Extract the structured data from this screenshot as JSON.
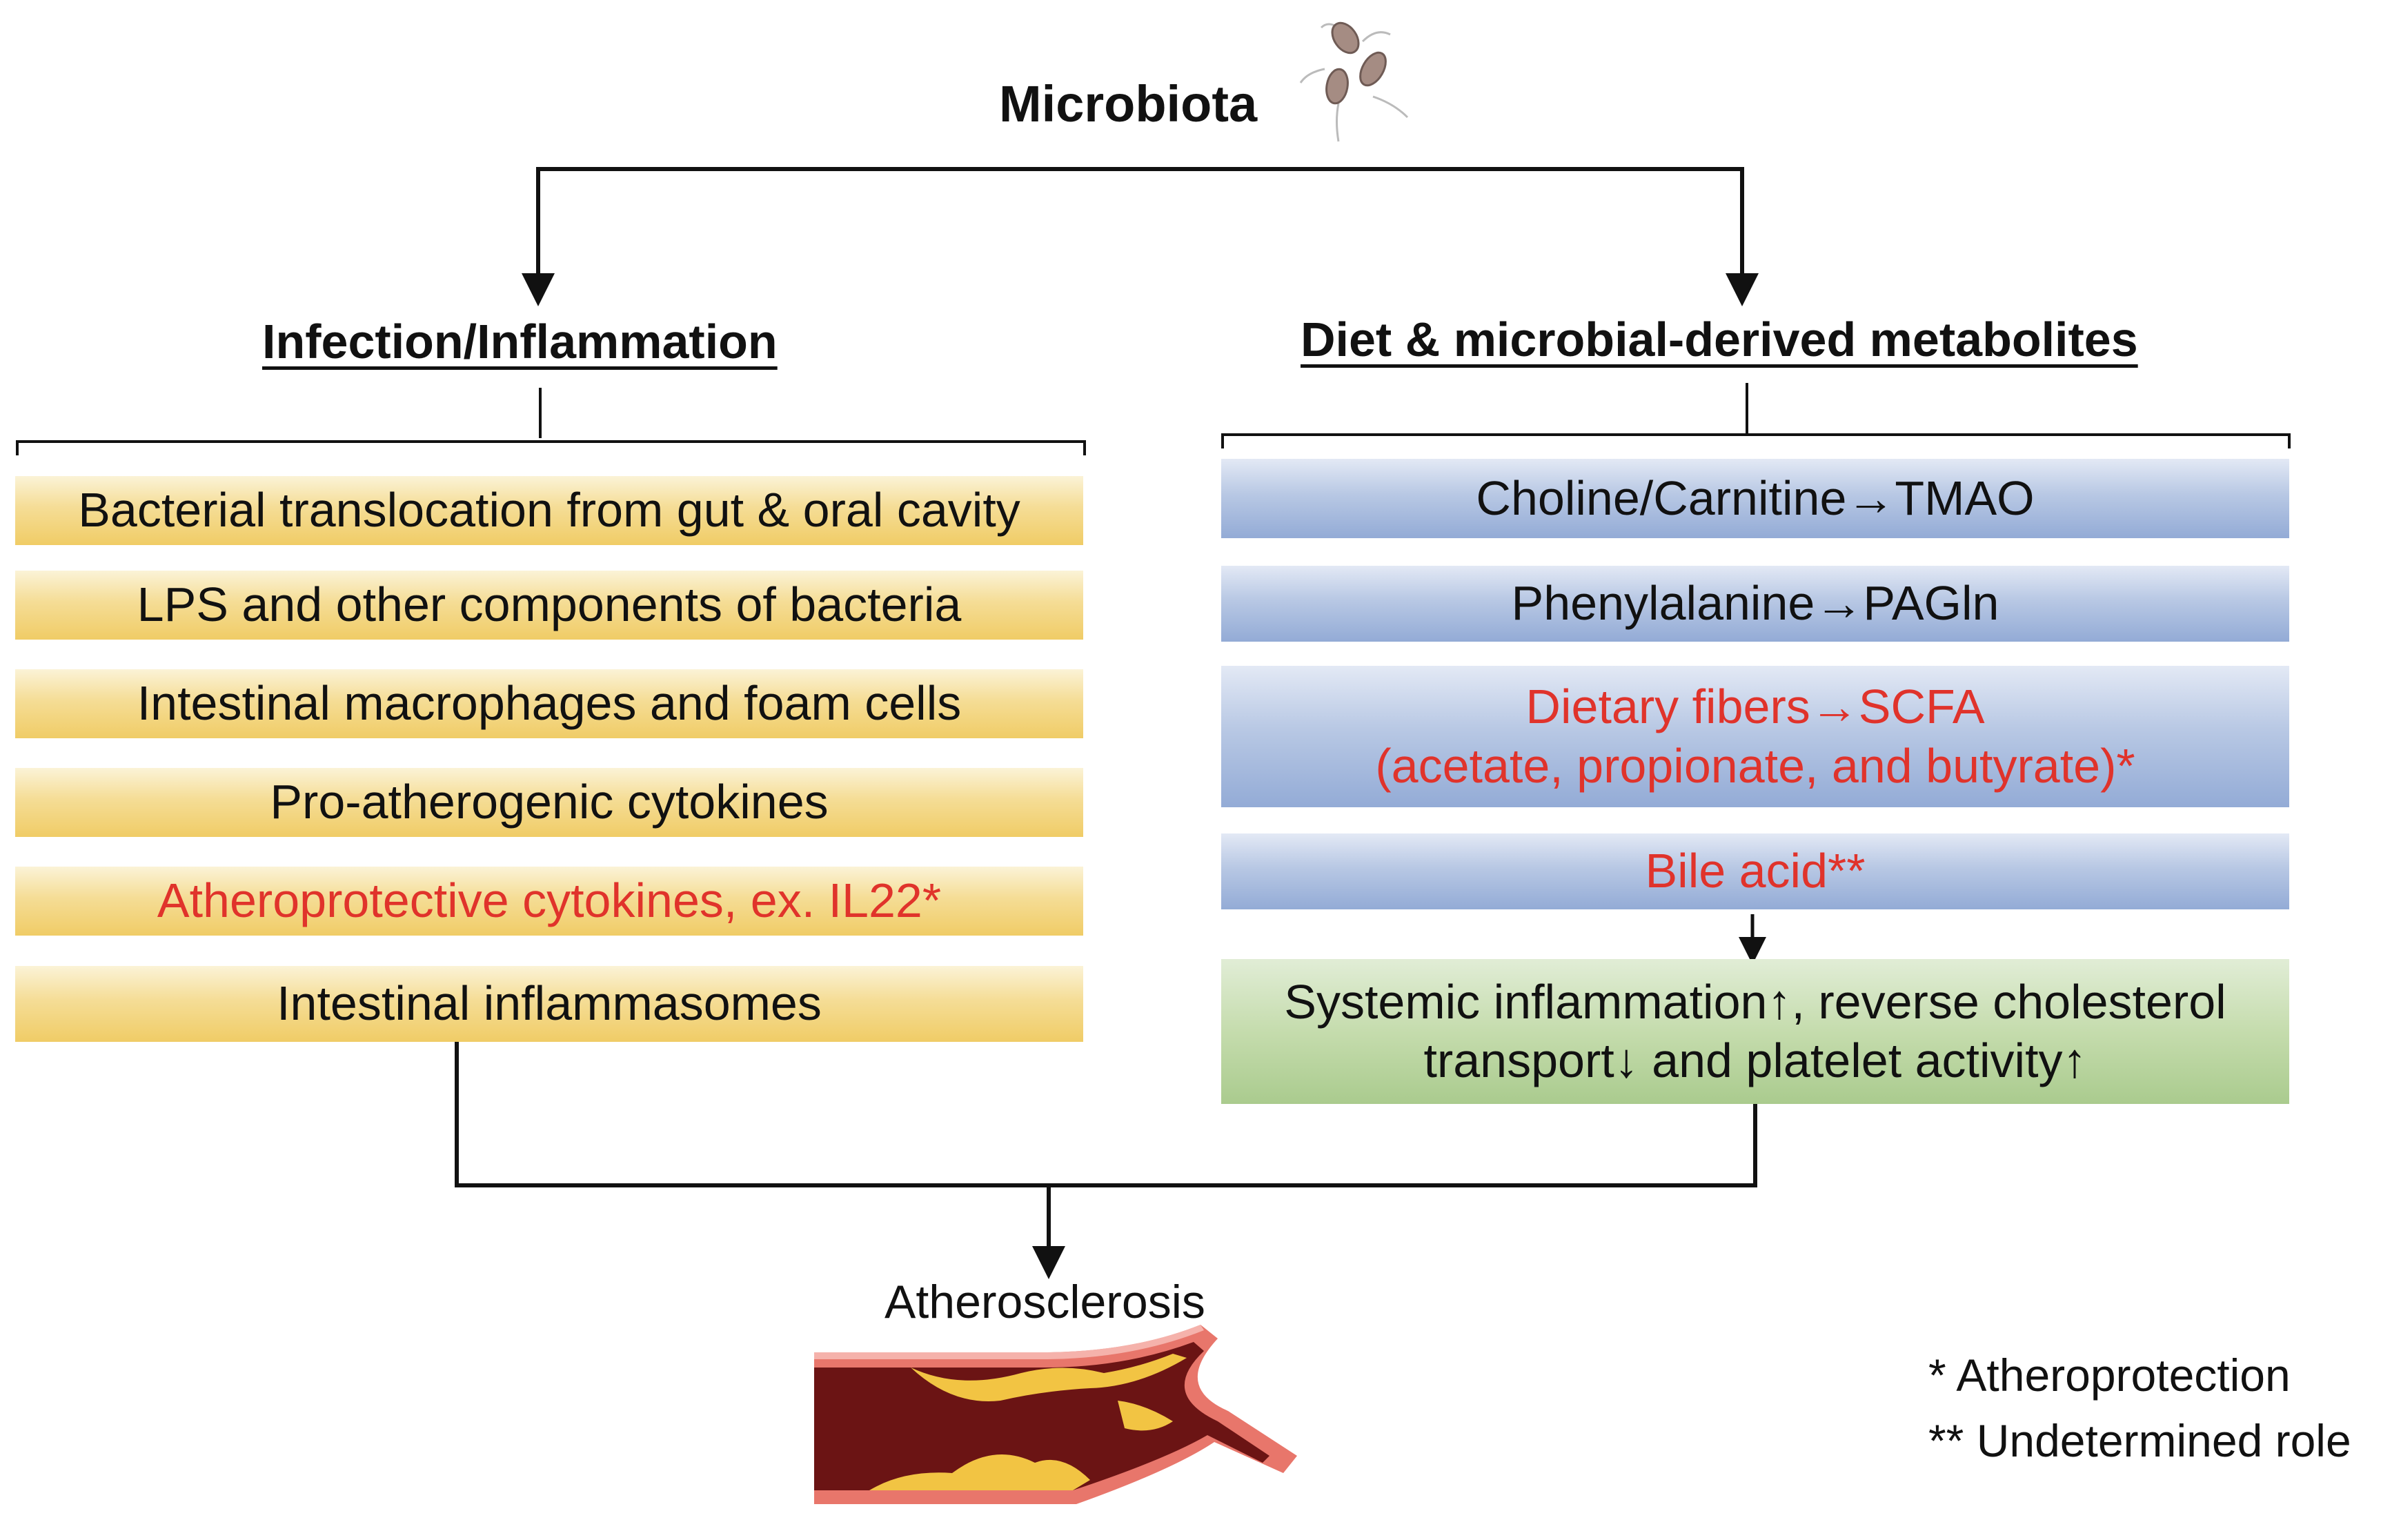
{
  "title": "Microbiota",
  "left": {
    "heading": "Infection/Inflammation",
    "items": [
      {
        "text": "Bacterial translocation from gut & oral cavity",
        "highlight": false
      },
      {
        "text": "LPS and other components of bacteria",
        "highlight": false
      },
      {
        "text": "Intestinal macrophages and foam cells",
        "highlight": false
      },
      {
        "text": "Pro-atherogenic cytokines",
        "highlight": false
      },
      {
        "text": "Atheroprotective cytokines, ex. IL22*",
        "highlight": true
      },
      {
        "text": "Intestinal inflammasomes",
        "highlight": false
      }
    ]
  },
  "right": {
    "heading": "Diet & microbial-derived metabolites",
    "items": [
      {
        "text": "Choline/Carnitine→TMAO",
        "highlight": false
      },
      {
        "text": "Phenylalanine→PAGln",
        "highlight": false
      },
      {
        "line1": "Dietary fibers→SCFA",
        "line2": "(acetate, propionate, and butyrate)*",
        "highlight": true
      },
      {
        "text": "Bile acid**",
        "highlight": true
      }
    ],
    "outcome": {
      "line1": "Systemic inflammation↑, reverse cholesterol",
      "line2": "transport↓ and platelet activity↑"
    }
  },
  "result": "Atherosclerosis",
  "legend": [
    "* Atheroprotection",
    "** Undetermined role"
  ],
  "colors": {
    "highlight_text": "#e0332b",
    "yellow_box": "#f3d680",
    "blue_box": "#a9bde0",
    "green_box": "#b9d49f",
    "artery_wall": "#d9534a",
    "artery_lumen": "#6b1414",
    "plaque": "#f2c443"
  },
  "icons": [
    "bacteria-icon",
    "artery-plaque-illustration"
  ]
}
